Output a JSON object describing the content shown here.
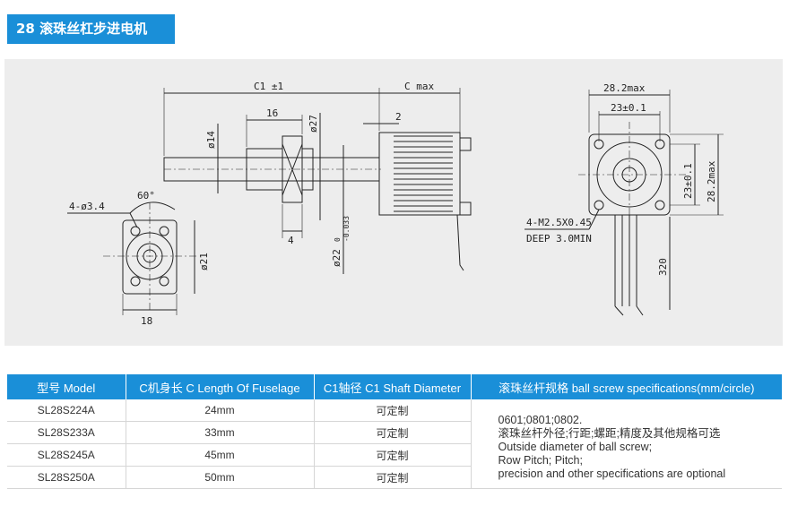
{
  "header": {
    "title": "28 滚珠丝杠步进电机"
  },
  "drawing": {
    "labels": {
      "c1_total": "C1 ±1",
      "c_max": "C max",
      "len_16": "16",
      "dia_27": "ø27",
      "len_2": "2",
      "dia_14": "ø14",
      "len_4": "4",
      "dia_22": "ø22",
      "dia_22_tol": "0",
      "dia_22_tol2": "-0.033",
      "holes_34": "4-ø3.4",
      "angle_60": "60°",
      "dia_21": "ø21",
      "width_18": "18",
      "width_282": "28.2max",
      "pitch_23": "23±0.1",
      "pitch_23_v": "23±0.1",
      "height_282": "28.2max",
      "thread": "4-M2.5X0.45",
      "deep": "DEEP 3.0MIN",
      "lead_320": "320"
    }
  },
  "table": {
    "headers": [
      "型号 Model",
      "C机身长 C Length Of Fuselage",
      "C1轴径 C1 Shaft Diameter",
      "滚珠丝杆规格 ball screw specifications(mm/circle)"
    ],
    "rows": [
      {
        "model": "SL28S224A",
        "length": "24mm",
        "shaft": "可定制"
      },
      {
        "model": "SL28S233A",
        "length": "33mm",
        "shaft": "可定制"
      },
      {
        "model": "SL28S245A",
        "length": "45mm",
        "shaft": "可定制"
      },
      {
        "model": "SL28S250A",
        "length": "50mm",
        "shaft": "可定制"
      }
    ],
    "note_lines": [
      "0601;0801;0802.",
      "滚珠丝杆外径;行距;螺距;精度及其他规格可选",
      "Outside diameter of ball screw;",
      "Row Pitch; Pitch;",
      "precision and other specifications are optional"
    ]
  },
  "colors": {
    "accent": "#1a8fd8",
    "panel": "#ededed"
  }
}
